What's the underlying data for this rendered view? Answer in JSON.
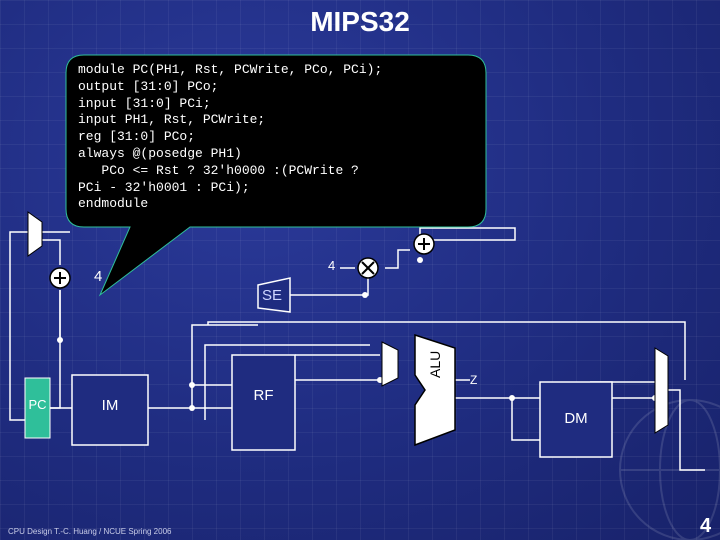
{
  "title": "MIPS32",
  "callout_code": [
    "module PC(PH1, Rst, PCWrite, PCo, PCi);",
    "output [31:0] PCo;",
    "input [31:0] PCi;",
    "input PH1, Rst, PCWrite;",
    "reg [31:0] PCo;",
    "always @(posedge PH1)",
    "   PCo <= Rst ? 32'h0000 :(PCWrite ?",
    "PCi - 32'h0001 : PCi);",
    "endmodule"
  ],
  "labels": {
    "pc": "PC",
    "im": "IM",
    "rf": "RF",
    "se": "SE",
    "alu": "ALU",
    "dm": "DM",
    "four_left": "4",
    "four_right": "4",
    "z": "Z"
  },
  "footer": "CPU Design    T.-C. Huang / NCUE   Spring 2006",
  "page_number": "4",
  "colors": {
    "background": "#1f2c80",
    "pc_block": "#2fbf9a",
    "component_fill": "#ffffff",
    "callout_fill": "#000000"
  }
}
